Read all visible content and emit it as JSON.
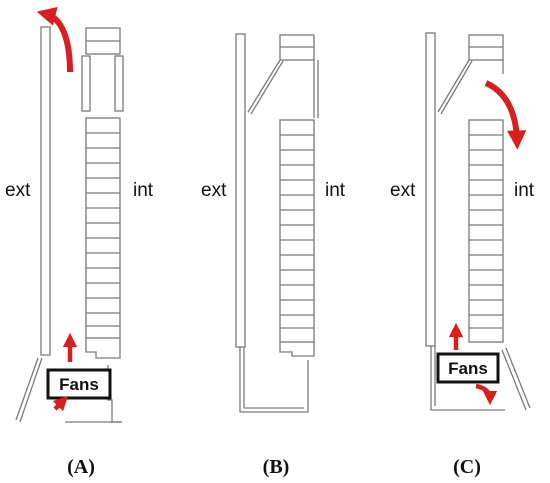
{
  "colors": {
    "airflow_arrow": "#d81e1e",
    "structure_line": "#7a7a7a",
    "text": "#111111"
  },
  "panels": [
    {
      "caption": "(A)",
      "exterior_label": "ext",
      "interior_label": "int",
      "fans_label": "Fans",
      "airflow_arrows": [
        "arrow-up-exhaust-top",
        "arrow-up-from-fans",
        "arrow-up-left-into-fans"
      ]
    },
    {
      "caption": "(B)",
      "exterior_label": "ext",
      "interior_label": "int"
    },
    {
      "caption": "(C)",
      "exterior_label": "ext",
      "interior_label": "int",
      "fans_label": "Fans",
      "airflow_arrows": [
        "arrow-curve-down-from-top",
        "arrow-up-from-fans",
        "arrow-curve-down-right-out"
      ]
    }
  ]
}
